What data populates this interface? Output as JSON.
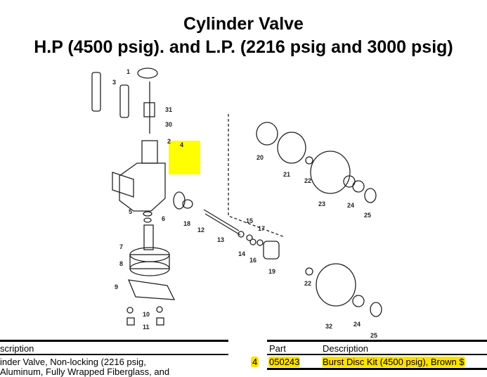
{
  "title": {
    "line1": "Cylinder Valve",
    "line2": "H.P (4500 psig). and L.P. (2216 psig and 3000 psig)"
  },
  "diagram": {
    "labels": [
      "1",
      "3",
      "31",
      "30",
      "2",
      "4",
      "20",
      "21",
      "22",
      "23",
      "24",
      "25",
      "5",
      "6",
      "18",
      "12",
      "13",
      "15",
      "14",
      "17",
      "16",
      "19",
      "7",
      "8",
      "9",
      "10",
      "11",
      "22",
      "32",
      "24",
      "25"
    ],
    "highlight_color": "#ffff00"
  },
  "left_table": {
    "header": "scription",
    "rows": [
      "inder Valve, Non-locking (2216 psig,",
      "Aluminum, Fully Wrapped Fiberglass, and"
    ]
  },
  "right_table": {
    "headers": {
      "part": "Part",
      "description": "Description"
    },
    "rows": [
      {
        "ref": "4",
        "part": "050243",
        "description": "Burst Disc Kit (4500 psig), Brown $",
        "highlighted": true
      }
    ]
  }
}
